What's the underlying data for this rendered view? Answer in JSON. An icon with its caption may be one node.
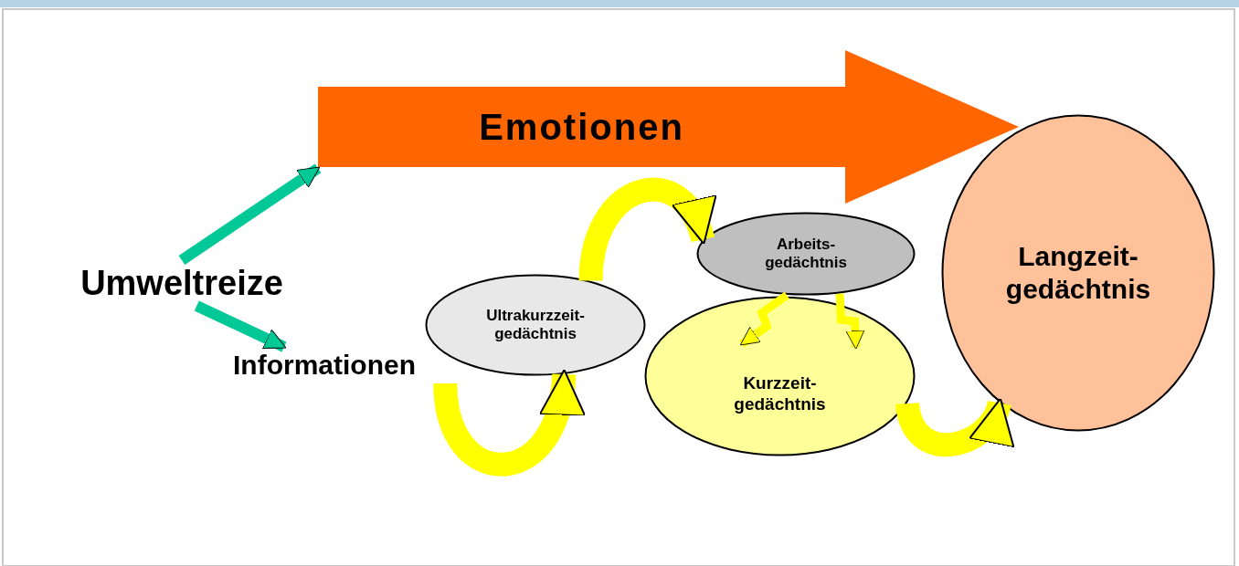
{
  "diagram": {
    "nodes": [
      {
        "text": [
          "Umweltreize"
        ]
      },
      {
        "text": [
          "Emotionen"
        ]
      },
      {
        "text": [
          "Informationen"
        ]
      },
      {
        "text": [
          "Ultrakurzzeit- gedächtnis"
        ]
      },
      {
        "text": [
          "Kurzzeit- gedächtnis"
        ]
      },
      {
        "text": [
          "Arbeits- gedächtnis"
        ]
      },
      {
        "text": [
          "Langzeit- gedächtnis"
        ]
      }
    ],
    "edges": [
      {
        "from": 0,
        "to": 1,
        "arrow": "to",
        "color": "#00c896"
      },
      {
        "from": 0,
        "to": 2,
        "arrow": "to",
        "color": "#00c896"
      },
      {
        "from": 2,
        "to": 3,
        "arrow": "to",
        "style": "thick"
      },
      {
        "from": 3,
        "to": 5,
        "arrow": "to",
        "style": "thick"
      },
      {
        "from": 5,
        "to": 4,
        "arrow": "to"
      },
      {
        "from": 5,
        "to": 4,
        "arrow": "to"
      },
      {
        "from": 4,
        "to": 6,
        "arrow": "to",
        "style": "thick"
      }
    ]
  }
}
